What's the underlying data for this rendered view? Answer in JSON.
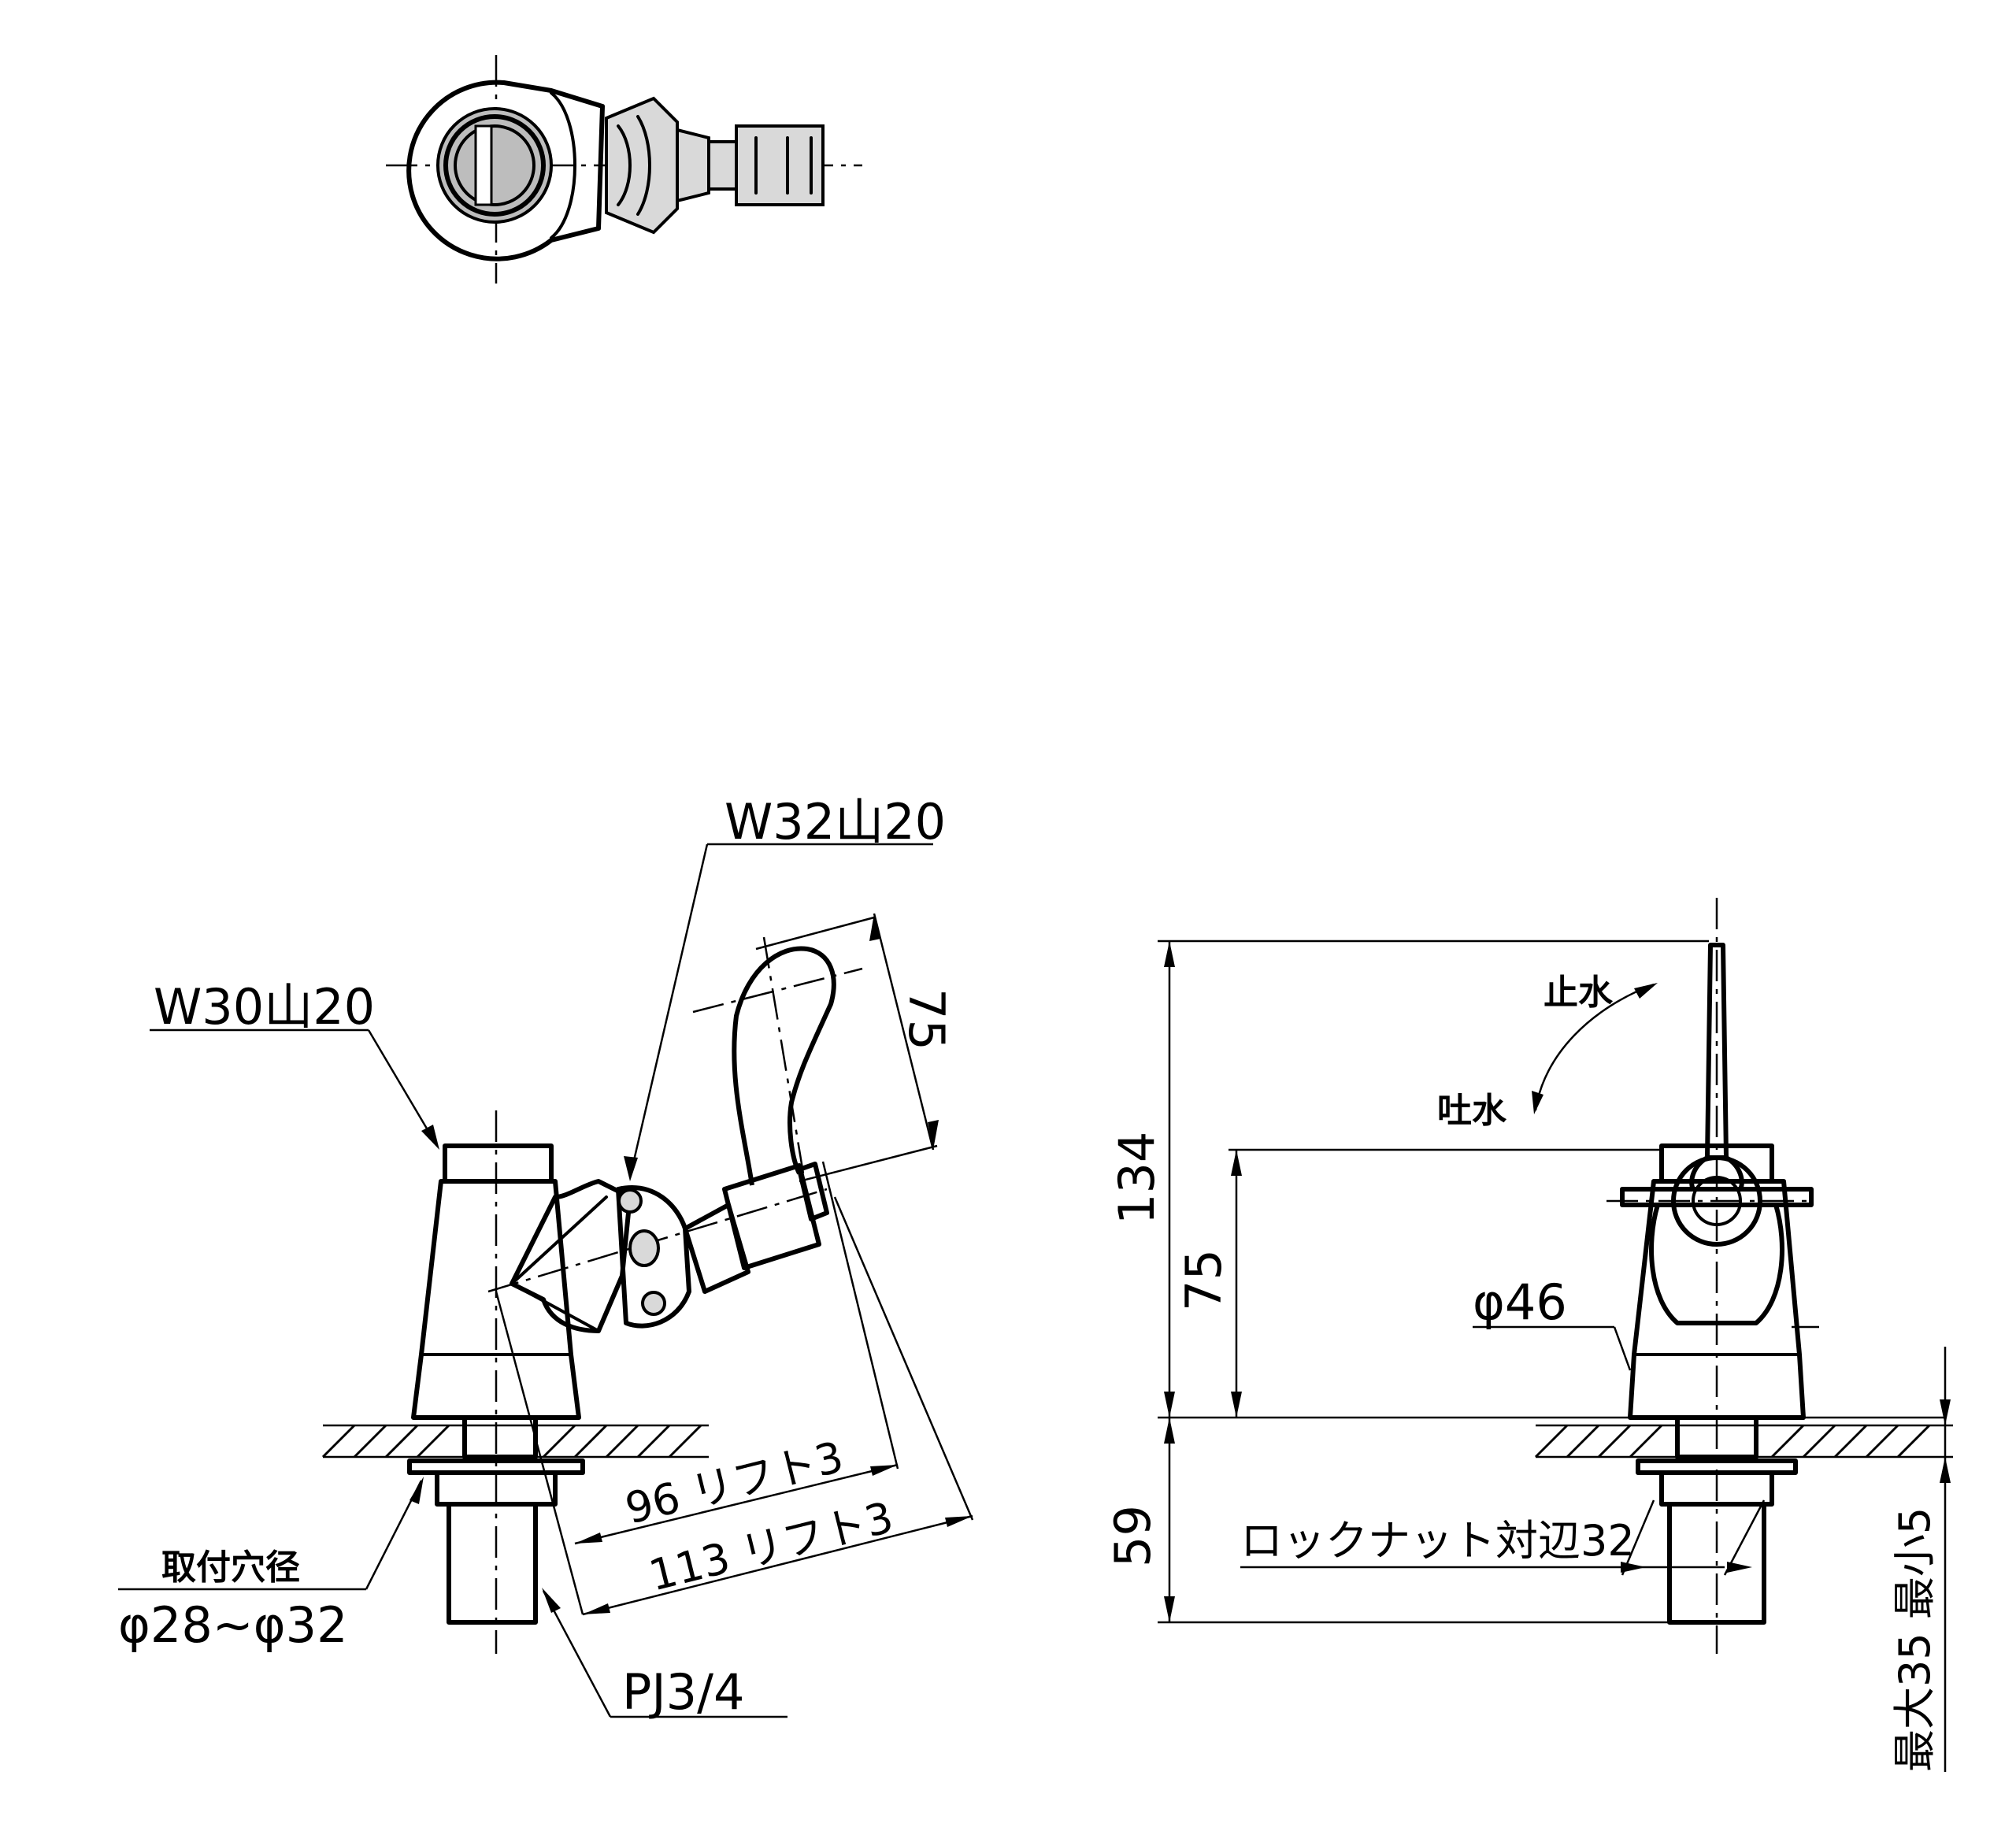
{
  "labels": {
    "outlet_thread": "W32山20",
    "inlet_thread": "W30山20",
    "handle_height": "75",
    "reach_short": "96 リフト3",
    "reach_long": "113 リフト3",
    "hole_title": "取付穴径",
    "hole_range": "φ28~φ32",
    "pipe_thread": "PJ3/4",
    "total_height": "134",
    "side_height": "75",
    "stop_water": "止水",
    "discharge_water": "吐水",
    "base_diameter": "φ46",
    "below_deck": "59",
    "locknut": "ロックナット対辺32",
    "deck_thickness": "最大35 最小5"
  }
}
